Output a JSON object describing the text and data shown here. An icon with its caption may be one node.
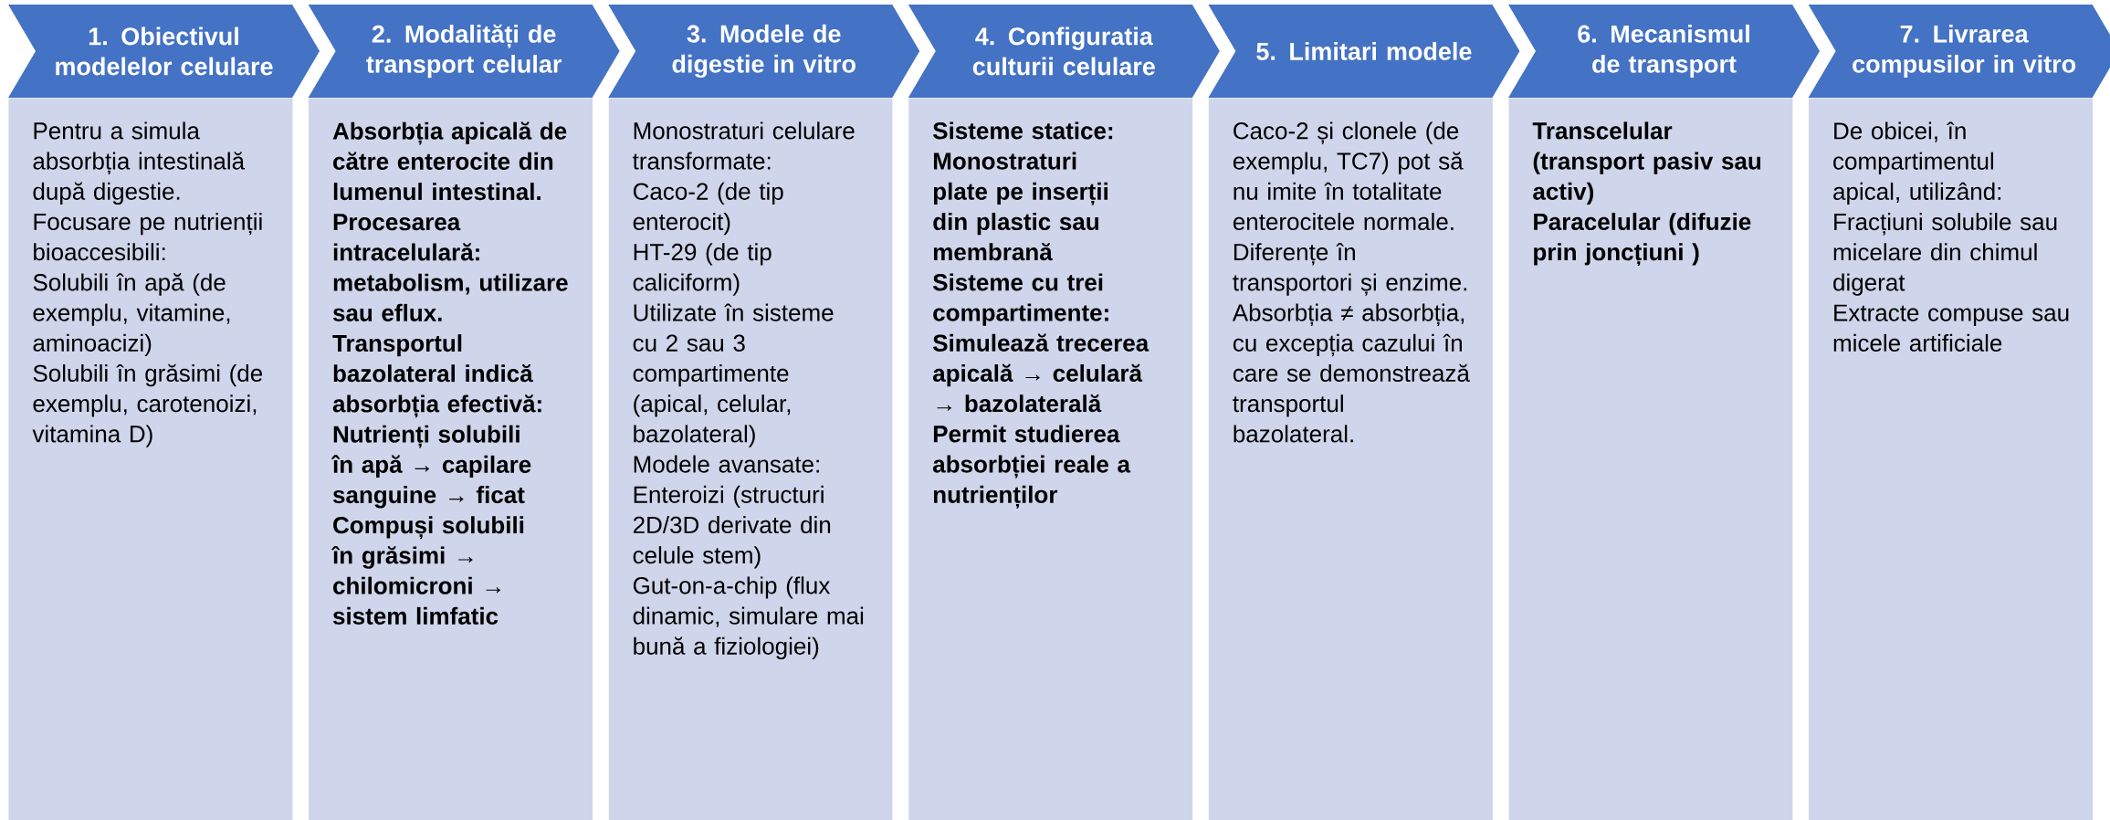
{
  "diagram": {
    "nodes": [
      {
        "text": [
          "1. Obiectivul modelelor celulare"
        ]
      },
      {
        "text": [
          "Pentru a simula absorbția intestinală după digestie.",
          "Focusare pe nutrienții bioaccesibili:",
          "Solubili în apă (de exemplu, vitamine, aminoacizi)",
          "Solubili în grăsimi (de exemplu, carotenoizi, vitamina D)"
        ]
      },
      {
        "text": [
          "2. Modalități de transport celular"
        ]
      },
      {
        "text": [
          "Absorbția apicală de către enterocite din lumenul intestinal.",
          "Procesarea intracelulară: metabolism, utilizare sau eflux.",
          "Transportul bazolateral indică absorbția efectivă:",
          "Nutrienți solubili în apă → capilare sanguine → ficat",
          "Compuși solubili în grăsimi → chilomicroni → sistem limfatic"
        ]
      },
      {
        "text": [
          "3. Modele de digestie in vitro"
        ]
      },
      {
        "text": [
          "Monostraturi celulare transformate:",
          "Caco-2 (de tip enterocit)",
          "HT-29 (de tip caliciform)",
          "Utilizate în sisteme cu 2 sau 3 compartimente (apical, celular, bazolateral)",
          "Modele avansate:",
          "Enteroizi (structuri 2D/3D derivate din celule stem)",
          "Gut-on-a-chip (flux dinamic, simulare mai bună a fiziologiei)"
        ]
      },
      {
        "text": [
          "4. Configuratia culturii celulare"
        ]
      },
      {
        "text": [
          "Sisteme statice:",
          "Monostraturi plate pe inserții din plastic sau membrană",
          "Sisteme cu trei compartimente:",
          "Simulează trecerea apicală → celulară → bazolaterală",
          "Permit studierea absorbției reale a nutrienților"
        ]
      },
      {
        "text": [
          "5. Limitari modele"
        ]
      },
      {
        "text": [
          "Caco-2 și clonele (de exemplu, TC7) pot să nu imite în totalitate enterocitele normale.",
          "Diferențe în transportori și enzime.",
          "Absorbția ≠ absorbția, cu excepția cazului în care se demonstrează transportul bazolateral."
        ]
      },
      {
        "text": [
          "6. Mecanismul de transport"
        ]
      },
      {
        "text": [
          "Transcelular (transport pasiv sau activ)",
          "Paracelular (difuzie prin joncțiuni )"
        ]
      },
      {
        "text": [
          "7. Livrarea compusilor in vitro"
        ]
      },
      {
        "text": [
          "De obicei, în compartimentul apical, utilizând:",
          "Fracțiuni solubile sau micelare din chimul digerat",
          "Extracte compuse sau micele artificiale"
        ]
      }
    ]
  }
}
